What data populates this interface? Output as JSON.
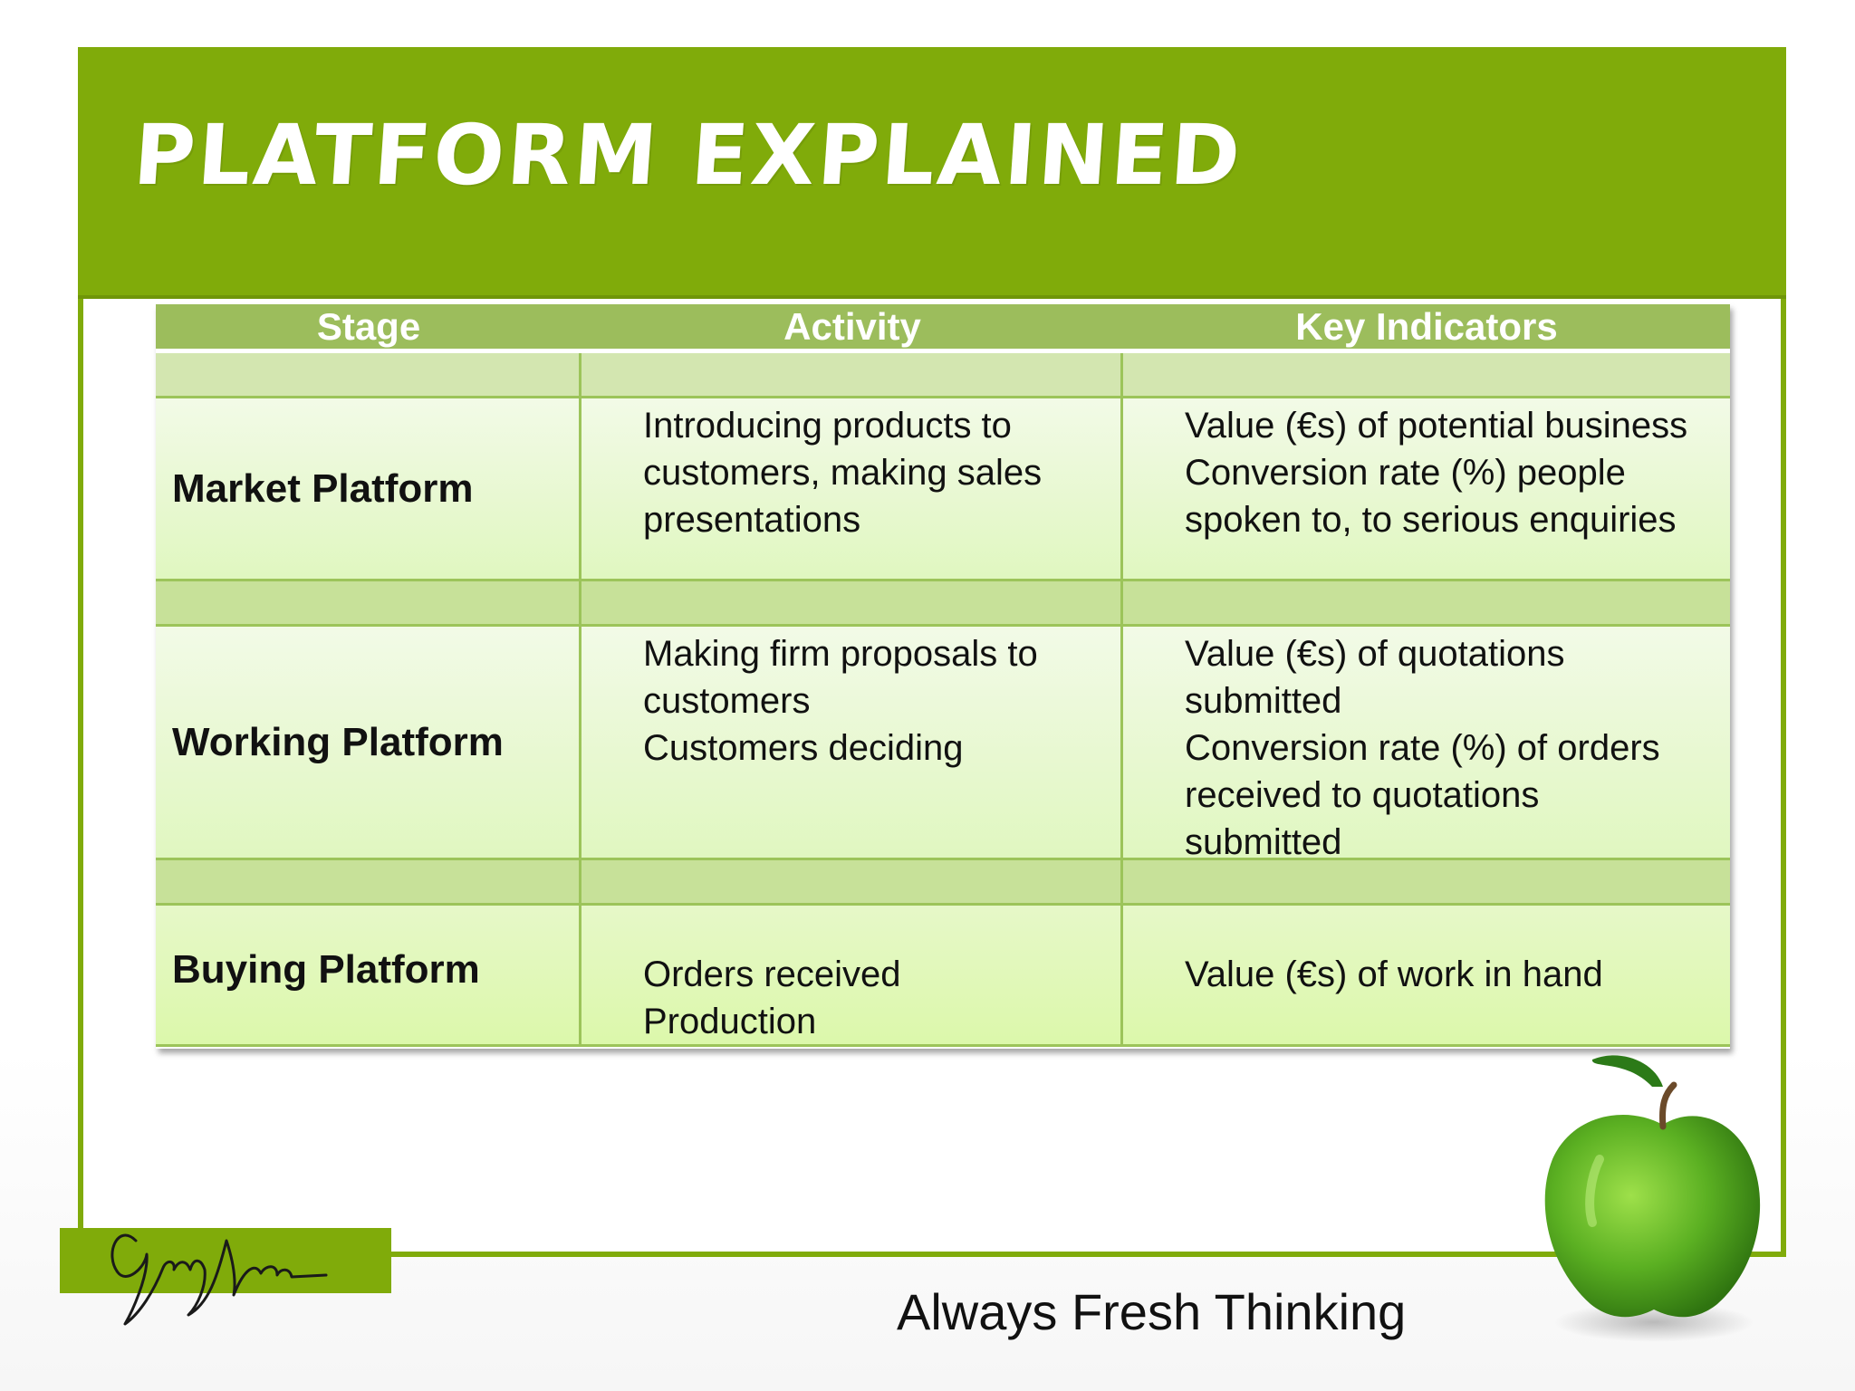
{
  "slide": {
    "title": "Platform Explained",
    "tagline": "Always Fresh Thinking",
    "accent_color": "#80ab0a"
  },
  "table": {
    "headers": [
      "Stage",
      "Activity",
      "Key Indicators"
    ],
    "rows": [
      {
        "stage": "Market Platform",
        "activity": [
          "Introducing products to",
          "customers, making sales",
          "presentations"
        ],
        "indicators": [
          "Value (€s) of potential business",
          "Conversion rate (%) people",
          "spoken to, to serious enquiries"
        ]
      },
      {
        "stage": "Working Platform",
        "activity": [
          "Making firm proposals to",
          "customers",
          "Customers deciding"
        ],
        "indicators": [
          "Value (€s) of quotations",
          "submitted",
          "Conversion rate (%) of orders",
          "received to quotations",
          "submitted"
        ]
      },
      {
        "stage": "Buying Platform",
        "activity": [
          "Orders received",
          "Production"
        ],
        "indicators": [
          "Value (€s) of work in hand"
        ]
      }
    ]
  },
  "signature_text": "Gerry Moan",
  "icons": {
    "logo": "signature-logo",
    "decoration": "green-apple-icon"
  }
}
